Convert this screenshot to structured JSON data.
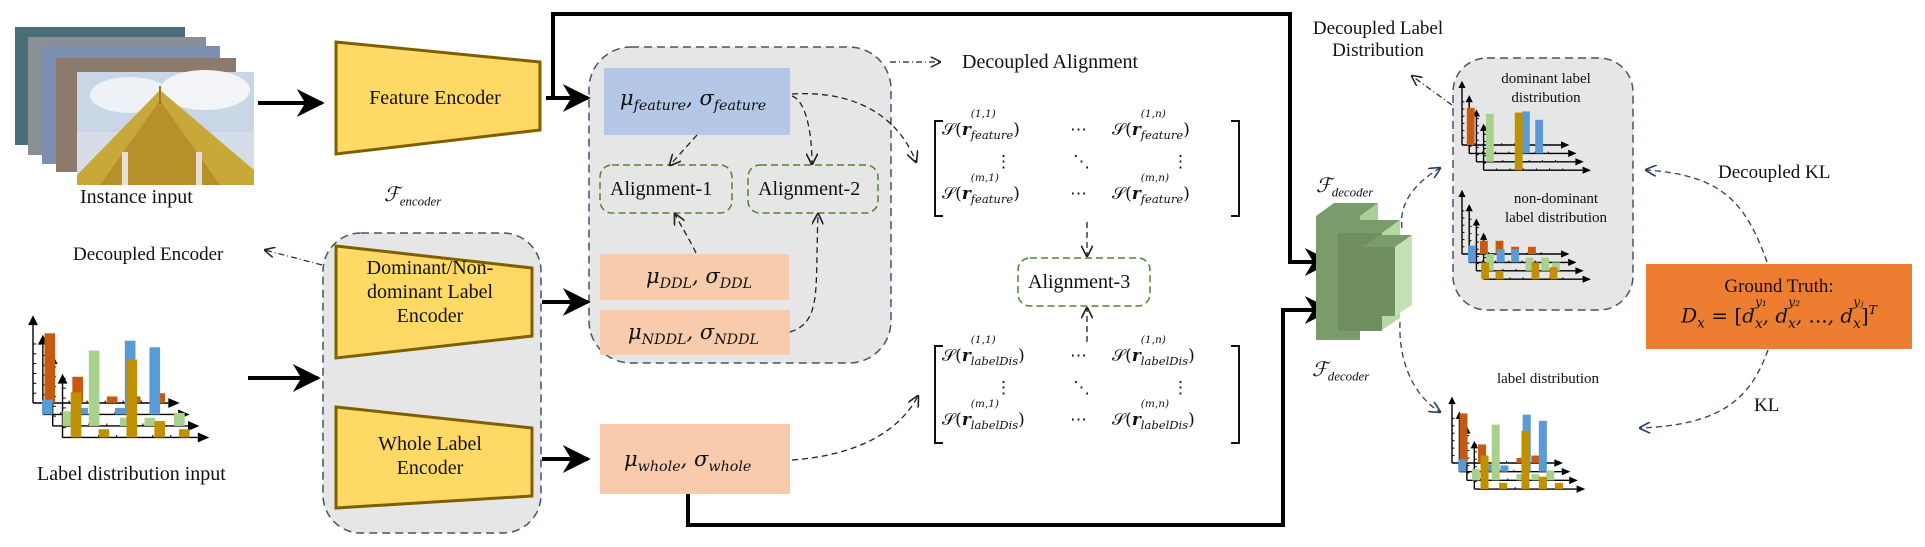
{
  "figure": {
    "instance_input_label": "Instance input",
    "label_distribution_input_label": "Label distribution input",
    "decoupled_encoder_label": "Decoupled Encoder",
    "decoupled_alignment_label": "Decoupled Alignment",
    "decoupled_label_distribution_label": [
      "Decoupled Label",
      "Distribution"
    ],
    "decoupled_kl_label": "Decoupled KL",
    "kl_label": "KL"
  },
  "encoders": {
    "feature_encoder": "Feature Encoder",
    "f_encoder_symbol": "ℱ",
    "f_encoder_sub": "encoder",
    "dominant_encoder": [
      "Dominant/Non-",
      "dominant Label",
      "Encoder"
    ],
    "whole_encoder": [
      "Whole Label",
      "Encoder"
    ]
  },
  "latents": {
    "feature": {
      "mu": "μ",
      "mu_sub": "feature",
      "sigma": "σ",
      "sigma_sub": "feature"
    },
    "ddl": {
      "mu": "μ",
      "mu_sub": "DDL",
      "sigma": "σ",
      "sigma_sub": "DDL"
    },
    "nddl": {
      "mu": "μ",
      "mu_sub": "NDDL",
      "sigma": "σ",
      "sigma_sub": "NDDL"
    },
    "whole": {
      "mu": "μ",
      "mu_sub": "whole",
      "sigma": "σ",
      "sigma_sub": "whole"
    }
  },
  "alignments": [
    "Alignment-1",
    "Alignment-2",
    "Alignment-3"
  ],
  "matrices": {
    "feature": {
      "func": "𝒮",
      "var": "r",
      "sub": "feature",
      "sup": [
        "(1,1)",
        "(1,n)",
        "(m,1)",
        "(m,n)"
      ],
      "hdots": "⋯",
      "vdots": "⋮",
      "ddots": "⋱"
    },
    "labelDis": {
      "func": "𝒮",
      "var": "r",
      "sub": "labelDis",
      "sup": [
        "(1,1)",
        "(1,n)",
        "(m,1)",
        "(m,n)"
      ],
      "hdots": "⋯",
      "vdots": "⋮",
      "ddots": "⋱"
    }
  },
  "decoder": {
    "symbol": "ℱ",
    "sub": "decoder"
  },
  "outputs": {
    "dominant_label": [
      "dominant label",
      "distribution"
    ],
    "non_dominant_label": [
      "non-dominant",
      "label distribution"
    ],
    "label_distribution": "label distribution"
  },
  "ground_truth": {
    "title": "Ground Truth:",
    "lhs": "D",
    "lhs_sub": "x",
    "equals": "=",
    "terms": [
      {
        "base": "d",
        "sub": "x",
        "sup": "y₁"
      },
      {
        "base": "d",
        "sub": "x",
        "sup": "y₂"
      },
      {
        "base": "d",
        "sub": "x",
        "sup": "yⱼ"
      }
    ],
    "ellipsis": "...",
    "transpose": "T"
  },
  "colors": {
    "encoder_fill": "#ffd966",
    "encoder_stroke": "#7f6000",
    "feature_latent": "#b4c7e7",
    "label_latent": "#f8cbad",
    "group_bg": "#e7e6e6",
    "group_stroke": "#44546a",
    "alignment_stroke": "#548235",
    "decoder_light": "#c5e0b4",
    "decoder_dark": "#7a9c6a",
    "ground_truth": "#ed7d31",
    "bar_orange": "#c55a11",
    "bar_blue": "#5b9bd5",
    "bar_green": "#a9d18e",
    "bar_gold": "#bf9000"
  }
}
